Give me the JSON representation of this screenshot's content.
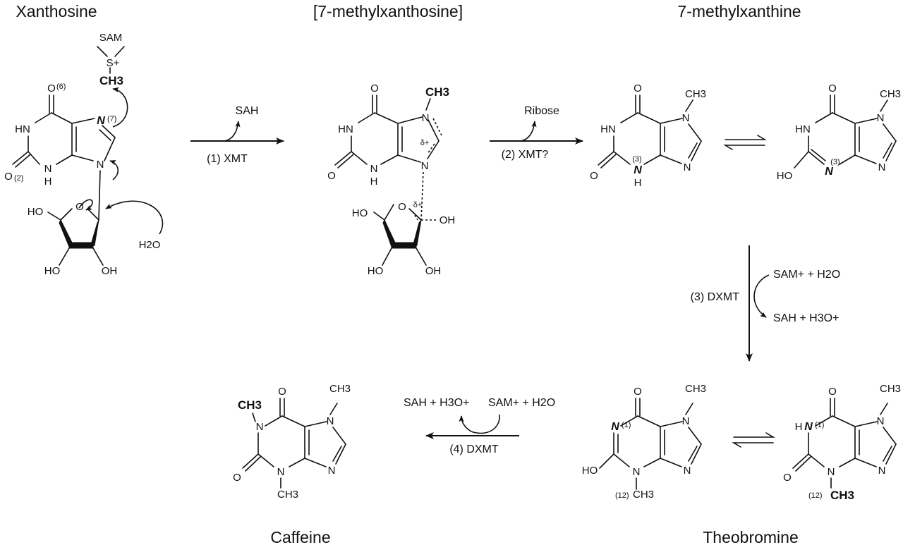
{
  "titles": {
    "xanthosine": "Xanthosine",
    "methylxanthosine": "[7-methylxanthosine]",
    "methylxanthine": "7-methylxanthine",
    "caffeine": "Caffeine",
    "theobromine": "Theobromine"
  },
  "atoms": {
    "o": "O",
    "hn": "HN",
    "h": "H",
    "n": "N",
    "ho": "HO",
    "oh": "OH",
    "ch3": "CH3",
    "hbold": "H",
    "sam": "SAM",
    "s_plus": "S+",
    "h2o": "H2O",
    "delta_plus": "δ+"
  },
  "positions": {
    "p6": "(6)",
    "p7": "(7)",
    "p2": "(2)",
    "p3": "(3)",
    "p1": "(1)",
    "p12": "(12)"
  },
  "steps": {
    "s1": {
      "enzyme": "(1) XMT",
      "byproduct": "SAH"
    },
    "s2": {
      "enzyme": "(2) XMT?",
      "byproduct": "Ribose"
    },
    "s3": {
      "enzyme": "(3) DXMT",
      "input": "SAM+ + H2O",
      "output": "SAH + H3O+"
    },
    "s4": {
      "enzyme": "(4) DXMT",
      "input": "SAM+ + H2O",
      "output": "SAH + H3O+"
    }
  },
  "colors": {
    "ink": "#111111",
    "background": "#ffffff"
  }
}
